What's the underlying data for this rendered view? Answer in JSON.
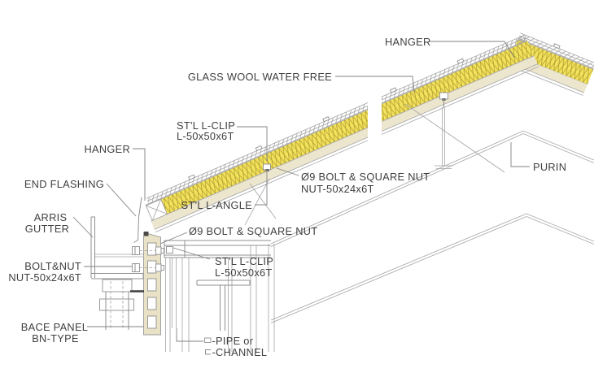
{
  "labels": {
    "hanger_top": "HANGER",
    "glass_wool": "GLASS WOOL WATER FREE",
    "stl_clip_upper_1": "ST'L L-CLIP",
    "stl_clip_upper_2": "L-50x50x6T",
    "hanger_left": "HANGER",
    "end_flashing": "END FLASHING",
    "bolt_nut_upper_1": "Ø9 BOLT & SQUARE NUT",
    "bolt_nut_upper_2": "NUT-50x24x6T",
    "stl_angle": "ST'L L-ANGLE",
    "arris_gutter_1": "ARRIS",
    "arris_gutter_2": "GUTTER",
    "bolt_square_nut_lower": "Ø9 BOLT & SQUARE NUT",
    "bolt_nut_left_1": "BOLT&NUT",
    "bolt_nut_left_2": "NUT-50x24x6T",
    "stl_clip_lower_1": "ST'L L-CLIP",
    "stl_clip_lower_2": "L-50x50x6T",
    "bace_panel_1": "BACE PANEL",
    "bace_panel_2": "BN-TYPE",
    "pipe": "-PIPE or",
    "channel": "-CHANNEL",
    "purin": "PURIN"
  },
  "colors": {
    "insulation_fill": "#F2E35C",
    "insulation_hatch": "#B29A30",
    "liner_fill": "#EDE6CE",
    "panel_fill": "#E9E2C6",
    "structure_line": "#909090",
    "leader_line": "#828282",
    "text": "#3F3F3F",
    "background": "#FFFFFF"
  }
}
